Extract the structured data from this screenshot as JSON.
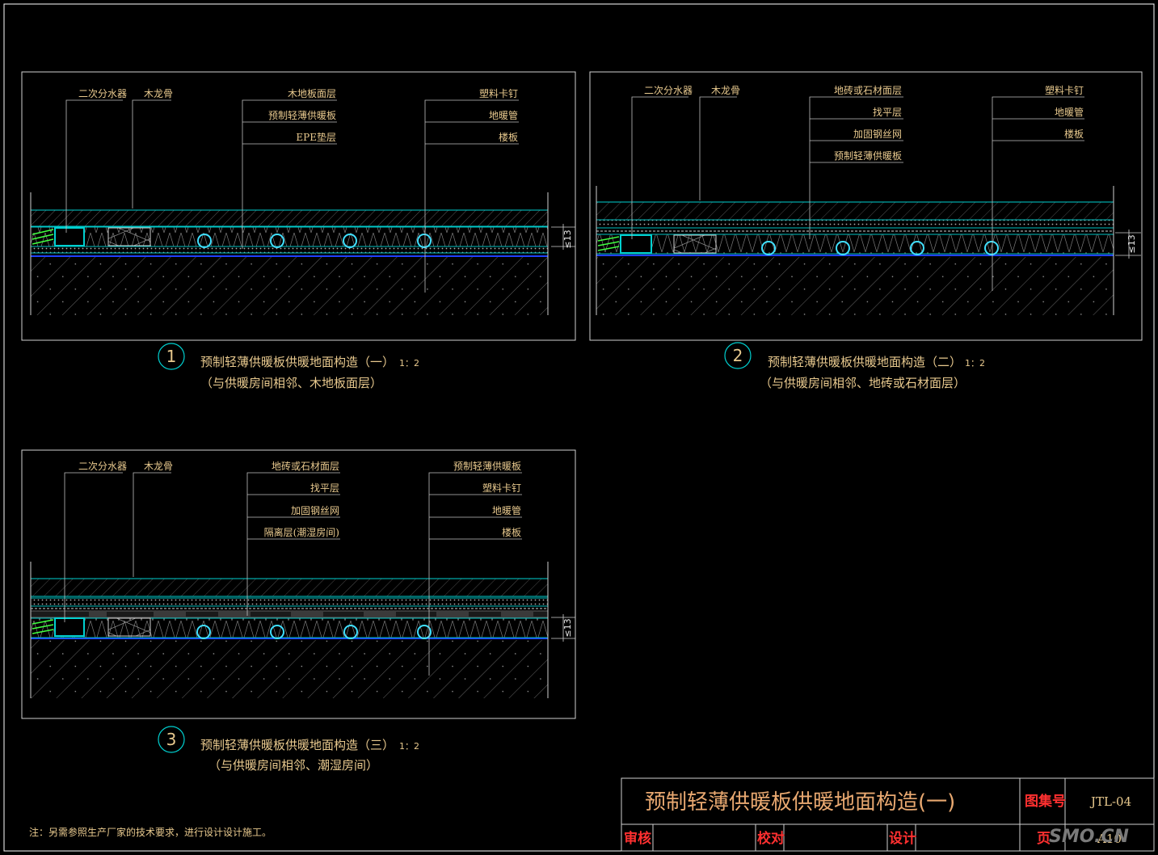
{
  "details": [
    {
      "number": "1",
      "caption_line1": "预制轻薄供暖板供暖地面构造（一）",
      "caption_line2": "（与供暖房间相邻、木地板面层）",
      "scale": "1：2",
      "labels_left": [
        "二次分水器",
        "木龙骨"
      ],
      "labels_mid": [
        "木地板面层",
        "预制轻薄供暖板",
        "EPE垫层"
      ],
      "labels_right": [
        "塑料卡钉",
        "地暖管",
        "楼板"
      ],
      "dim": "≤13"
    },
    {
      "number": "2",
      "caption_line1": "预制轻薄供暖板供暖地面构造（二）",
      "caption_line2": "（与供暖房间相邻、地砖或石材面层）",
      "scale": "1：2",
      "labels_left": [
        "二次分水器",
        "木龙骨"
      ],
      "labels_mid": [
        "地砖或石材面层",
        "找平层",
        "加固钢丝网",
        "预制轻薄供暖板"
      ],
      "labels_right": [
        "塑料卡钉",
        "地暖管",
        "楼板"
      ],
      "dim": "≤13"
    },
    {
      "number": "3",
      "caption_line1": "预制轻薄供暖板供暖地面构造（三）",
      "caption_line2": "（与供暖房间相邻、潮湿房间）",
      "scale": "1：2",
      "labels_left": [
        "二次分水器",
        "木龙骨"
      ],
      "labels_mid": [
        "地砖或石材面层",
        "找平层",
        "加固钢丝网",
        "隔离层(潮湿房间)"
      ],
      "labels_right": [
        "预制轻薄供暖板",
        "塑料卡钉",
        "地暖管",
        "楼板"
      ],
      "dim": "≤13"
    }
  ],
  "note": "注：另需参照生产厂家的技术要求，进行设计设计施工。",
  "title_block": {
    "title": "预制轻薄供暖板供暖地面构造(一)",
    "atlas_label": "图集号",
    "atlas_value": "JTL-04",
    "review": "审核",
    "check": "校对",
    "design": "设计",
    "page_label": "页",
    "page_value": "A10"
  },
  "watermark": "SMO.CN",
  "colors": {
    "frame": "#ffffff",
    "layer_line": "#00d0d0",
    "pipe": "#40e0ff",
    "base_line": "#2040ff",
    "hatch": "#909090",
    "text": "#e8c98e",
    "title_red": "#ff3030"
  }
}
